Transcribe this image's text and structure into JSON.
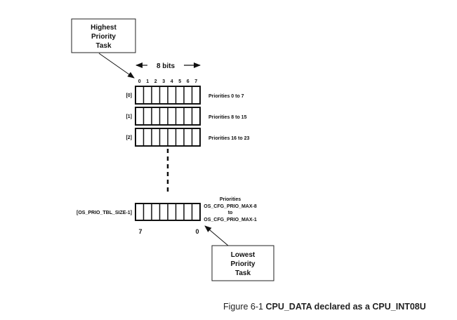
{
  "highest_box": {
    "lines": [
      "Highest",
      "Priority",
      "Task"
    ]
  },
  "lowest_box": {
    "lines": [
      "Lowest",
      "Priority",
      "Task"
    ]
  },
  "width_label": "8 bits",
  "bit_numbers": [
    "0",
    "1",
    "2",
    "3",
    "4",
    "5",
    "6",
    "7"
  ],
  "rows": [
    {
      "index": "[0]",
      "label": [
        "Priorities 0 to 7"
      ]
    },
    {
      "index": "[1]",
      "label": [
        "Priorities 8  to 15"
      ]
    },
    {
      "index": "[2]",
      "label": [
        "Priorities 16 to 23"
      ]
    }
  ],
  "last_row": {
    "index": "[OS_PRIO_TBL_SIZE-1]",
    "label": [
      "Priorities",
      "OS_CFG_PRIO_MAX-8",
      "to",
      "OS_CFG_PRIO_MAX-1"
    ]
  },
  "bottom_bit_labels": {
    "left": "7",
    "right": "0"
  },
  "caption": {
    "prefix": "Figure 6-1",
    "title": "CPU_DATA declared as a CPU_INT08U"
  }
}
